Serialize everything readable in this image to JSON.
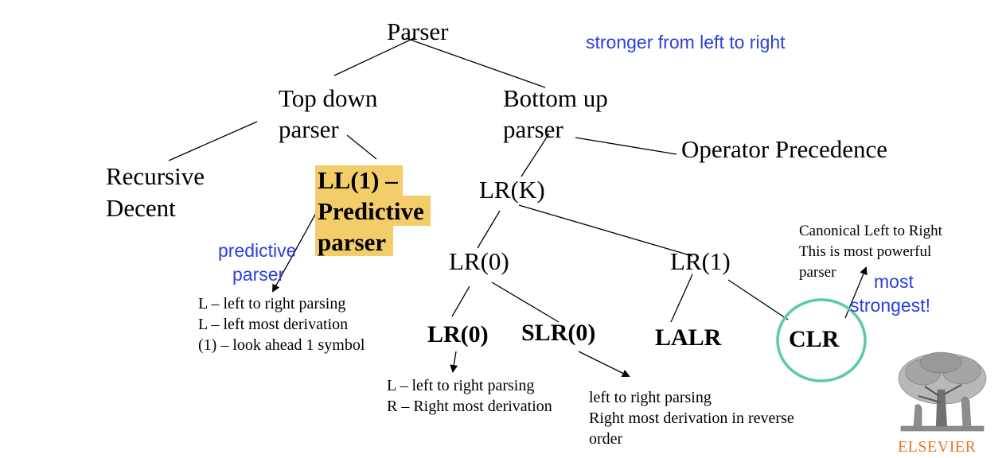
{
  "nodes": {
    "parser": "Parser",
    "top_down": [
      "Top down",
      "parser"
    ],
    "bottom_up": [
      "Bottom up",
      "parser"
    ],
    "recursive": [
      "Recursive",
      "Decent"
    ],
    "ll1": [
      "LL(1) –",
      "Predictive",
      "parser"
    ],
    "operator": "Operator Precedence",
    "lrk": "LR(K)",
    "lr0": "LR(0)",
    "lr1": "LR(1)",
    "lr0_bold": "LR(0)",
    "slr0": "SLR(0)",
    "lalr": "LALR",
    "clr": "CLR"
  },
  "notes": {
    "stronger": "stronger from left to right",
    "predictive": [
      "predictive",
      "parser"
    ],
    "ll_expl": [
      "L – left to right parsing",
      "L – left most derivation",
      "(1) – look ahead 1 symbol"
    ],
    "lr_expl": [
      "L – left to right parsing",
      "R – Right most derivation"
    ],
    "slr_expl": [
      "left to right parsing",
      "Right most derivation in reverse",
      "order"
    ],
    "clr_expl": [
      "Canonical Left to Right",
      "This is most powerful",
      "parser"
    ],
    "most": [
      "most",
      "strongest!"
    ]
  },
  "logo": {
    "name": "ELSEVIER"
  },
  "colors": {
    "highlight": "#f4cd6b",
    "note_blue": "#2a3fe0",
    "circle": "#5ccaa0",
    "logo": "#e87722"
  }
}
